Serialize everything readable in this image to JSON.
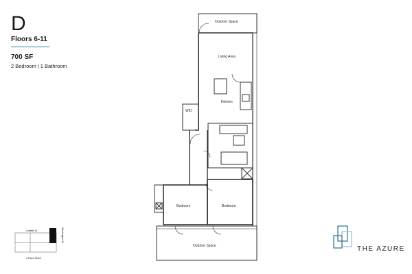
{
  "header": {
    "unit": "D",
    "floors": "Floors 6-11",
    "area": "700 SF",
    "bed_bath": "2 Bedroom | 1 Bathroom"
  },
  "rooms": {
    "outdoor_top": "Outdoor Space",
    "living": "Living Area",
    "kitchen": "Kitchen",
    "wd": "W/D",
    "bedroom_left": "Bedroom",
    "bedroom_right": "Bedroom",
    "outdoor_bottom": "Outdoor Space"
  },
  "keyplan": {
    "street_top": "Outfield St",
    "street_bottom": "4 Place Street",
    "street_right": "Washington St"
  },
  "brand": {
    "name": "THE AZURE"
  },
  "colors": {
    "accent_rule": "#1a8aa0",
    "logo_blue": "#2a6f8f",
    "logo_light": "#8fc3d6"
  }
}
